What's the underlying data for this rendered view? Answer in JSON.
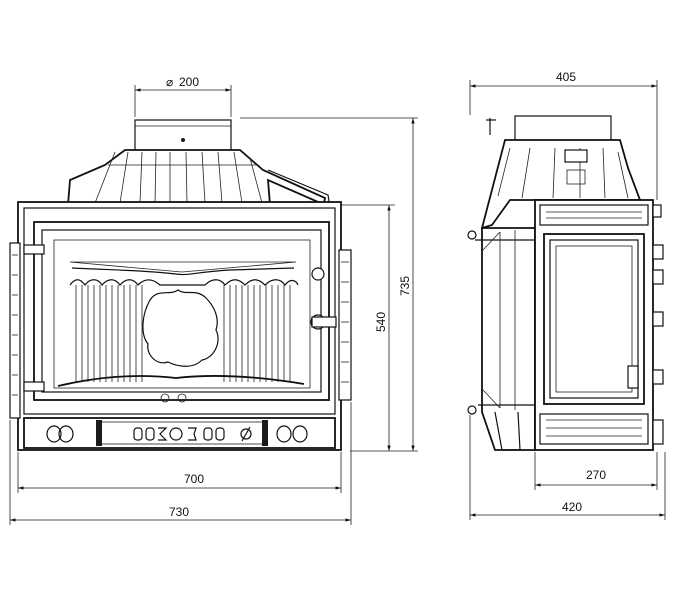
{
  "dimensions": {
    "flue_diameter": "200",
    "diameter_symbol": "⌀",
    "total_height": "735",
    "body_height": "540",
    "body_width": "700",
    "overall_width": "730",
    "side_top_depth": "405",
    "side_door_depth": "270",
    "side_overall_depth": "420"
  },
  "colors": {
    "line": "#111111",
    "background": "#ffffff"
  },
  "icons": [
    "front-view-drawing",
    "side-view-drawing",
    "dimension-arrow"
  ]
}
